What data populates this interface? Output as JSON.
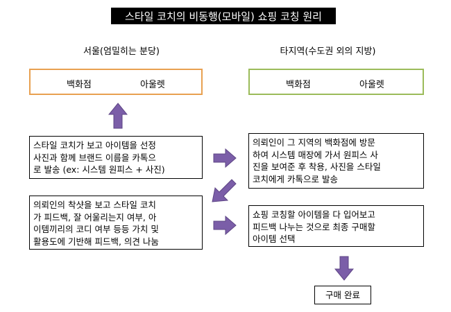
{
  "title": "스타일 코치의 비동행(모바일) 쇼핑 코칭 원리",
  "left_region": {
    "label": "서울(엄밀히는 분당)",
    "stores": [
      "백화점",
      "아울렛"
    ],
    "border_color": "#e8a050"
  },
  "right_region": {
    "label": "타지역(수도권 외의 지방)",
    "stores": [
      "백화점",
      "아울렛"
    ],
    "border_color": "#9bbb59"
  },
  "steps": {
    "left_1": "스타일 코치가 보고 아이템을 선정\n사진과 함께 브랜드 이름을 카톡으\n로 발송 (ex: 시스템 원피스 + 사진)",
    "right_1": "의뢰인이 그 지역의 백화점에 방문\n하여 시스템 매장에 가서 원피스 사\n진을 보여준 후 착용, 사진을 스타일\n코치에게 카톡으로 발송",
    "left_2": "의뢰인의 착샷을 보고 스타일 코치\n가 피드백, 잘 어울리는지 여부, 아\n이템끼리의 코디 여부 등등 가치 및\n활용도에 기반해 피드백, 의견 나눔",
    "right_2": "쇼핑 코칭할 아이템을 다 입어보고\n피드백 나누는 것으로 최종 구매할\n아이템 선택",
    "final": "구매 완료"
  },
  "arrow_color": "#7b5ea8"
}
